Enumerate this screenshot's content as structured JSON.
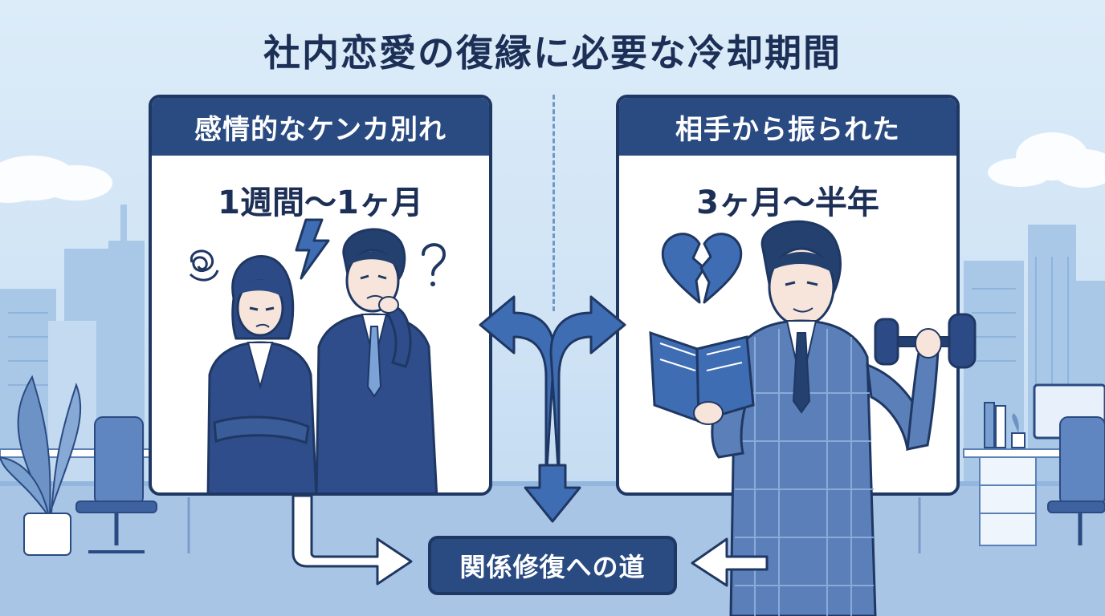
{
  "title": "社内恋愛の復縁に必要な冷却期間",
  "left_panel": {
    "heading": "感情的なケンカ別れ",
    "duration": "1週間〜1ヶ月"
  },
  "right_panel": {
    "heading": "相手から振られた",
    "duration": "3ヶ月〜半年"
  },
  "goal": {
    "label": "関係修復への道"
  },
  "icons": {
    "left": [
      "scribble-icon",
      "lightning-icon",
      "question-icon"
    ],
    "right": [
      "broken-heart-icon",
      "book-icon",
      "dumbbell-icon"
    ]
  },
  "colors": {
    "navy": "#1f3763",
    "header_blue": "#2a4a82",
    "arrow_blue": "#3f6db3",
    "sky": "#dcecf9"
  }
}
